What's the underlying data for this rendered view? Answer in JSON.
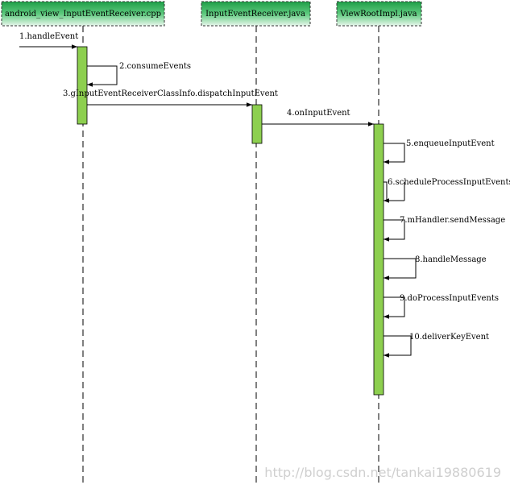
{
  "lifelines": [
    {
      "id": "cpp",
      "label": "android_view_InputEventReceiver.cpp"
    },
    {
      "id": "java",
      "label": "InputEventReceiver.java"
    },
    {
      "id": "vri",
      "label": "ViewRootImpl.java"
    }
  ],
  "messages": [
    {
      "label": "1.handleEvent"
    },
    {
      "label": "2.consumeEvents"
    },
    {
      "label": "3.gInputEventReceiverClassInfo.dispatchInputEvent"
    },
    {
      "label": "4.onInputEvent"
    },
    {
      "label": "5.enqueueInputEvent"
    },
    {
      "label": "6.scheduleProcessInputEvents"
    },
    {
      "label": "7.mHandler.sendMessage"
    },
    {
      "label": "8.handleMessage"
    },
    {
      "label": "9.doProcessInputEvents"
    },
    {
      "label": "10.deliverKeyEvent"
    }
  ],
  "watermark": "http://blog.csdn.net/tankai19880619",
  "colors": {
    "header_fill": "#27ae55",
    "activation_fill": "#8dcf4f",
    "line": "#000000"
  }
}
